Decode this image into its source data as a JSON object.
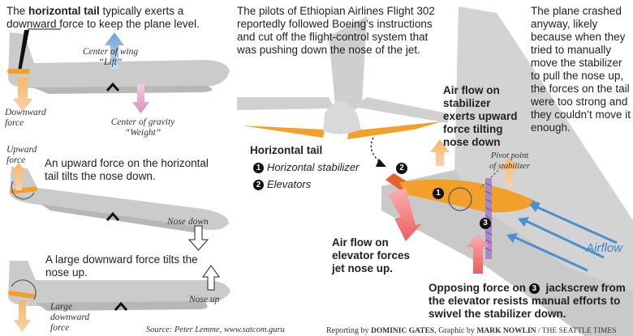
{
  "panel1": {
    "text_pre": "The ",
    "text_bold": "horizontal tail",
    "text_post": " typically exerts a downward force to keep the plane level.",
    "lift_label_1": "Center of wing",
    "lift_label_2": "“Lift”",
    "downward_label_1": "Downward",
    "downward_label_2": "force",
    "gravity_label_1": "Center of gravity",
    "gravity_label_2": "“Weight”"
  },
  "panel2": {
    "upward_label_1": "Upward",
    "upward_label_2": "force",
    "text": "An upward force on the horizontal tail tilts the nose down.",
    "nose_label": "Nose down"
  },
  "panel3": {
    "text": "A large downward force tilts the nose up.",
    "force_label_1": "Large",
    "force_label_2": "downward",
    "force_label_3": "force",
    "nose_label": "Nose up"
  },
  "middle": {
    "intro": "The pilots of Ethiopian Airlines Flight 302 reportedly followed Boeing’s instructions and cut off the flight-control system that was pushing down the nose of the jet.",
    "tail_title": "Horizontal tail",
    "legend_1_num": "1",
    "legend_1_label": "Horizontal stabilizer",
    "legend_2_num": "2",
    "legend_2_label": "Elevators",
    "airflow_elevator": "Air flow on elevator forces jet nose up."
  },
  "right": {
    "crash_text": "The plane crashed anyway, likely because when they tried to manually move the stabilizer to pull the nose up, the forces on the tail were too strong and they couldn’t move it enough.",
    "stabilizer_airflow": "Air flow on stabilizer exerts upward force tilting nose down",
    "pivot_label_1": "Pivot point",
    "pivot_label_2": "of stabilizer",
    "airflow_label": "Airflow",
    "opposing_pre": "Opposing force on ",
    "opposing_num": "3",
    "opposing_post": " jackscrew from the elevator resists manual efforts to swivel the stabilizer down.",
    "marker_1": "1",
    "marker_2": "2",
    "marker_3": "3"
  },
  "credits": {
    "source": "Source: Peter Lemme, www.satcom.guru",
    "reporting_pre": "Reporting by ",
    "reporter": "DOMINIC GATES",
    "graphic_pre": ", Graphic by ",
    "artist": "MARK NOWLIN",
    "paper": " / THE SEATTLE TIMES"
  },
  "colors": {
    "plane_grey": "#c9c9c9",
    "stabilizer_orange": "#f2a02a",
    "arrow_orange": "#f4b47a",
    "arrow_blue": "#8ab6df",
    "arrow_pink": "#e8a6c9",
    "arrow_red": "#ef6b6b",
    "jackscrew_purple": "#a989c4"
  }
}
